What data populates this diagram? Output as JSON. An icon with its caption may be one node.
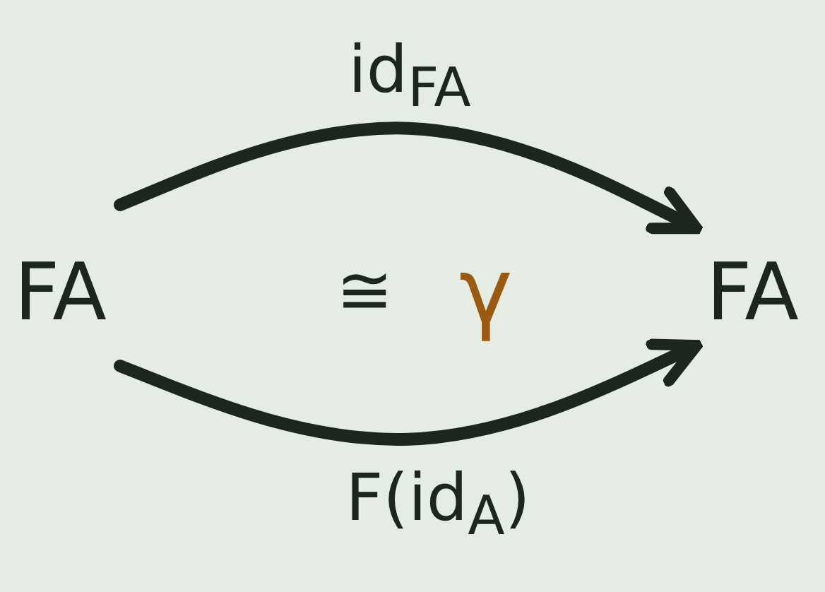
{
  "diagram": {
    "nodes": [
      {
        "text": [
          "FA"
        ]
      },
      {
        "text": [
          "FA"
        ]
      }
    ],
    "edges": [
      {
        "from": 0,
        "to": 1,
        "arrow": "to",
        "label": "id$_{FA}$"
      },
      {
        "from": 0,
        "to": 1,
        "arrow": "to",
        "label": "F(id$_{A}$)"
      }
    ],
    "labels": [
      "≅",
      "γ"
    ]
  }
}
